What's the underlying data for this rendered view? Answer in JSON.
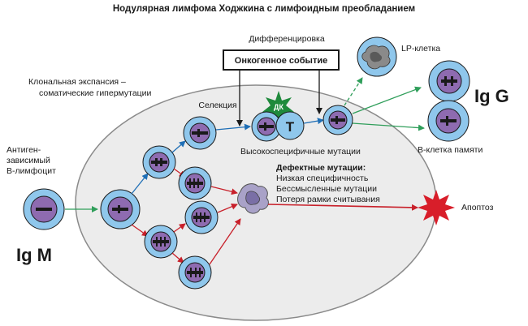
{
  "title": "Нодулярная лимфома Ходжкина с лимфоидным преобладанием",
  "labels": {
    "differentiation": "Дифференцировка",
    "oncogenic_event": "Онкогенное событие",
    "lp_cell": "LP-клетка",
    "clonal_expansion_line1": "Клональная экспансия –",
    "clonal_expansion_line2": "соматические гипермутации",
    "selection": "Селекция",
    "dc": "ДК",
    "t_cell": "T",
    "high_specific_mutations": "Высокоспецифичные мутации",
    "memory_b_cell": "В-клетка памяти",
    "antigen_line1": "Антиген-",
    "antigen_line2": "зависимый",
    "antigen_line3": "В-лимфоцит",
    "defective_title": "Дефектные мутации:",
    "defective_1": "Низкая специфичность",
    "defective_2": "Бессмысленные мутации",
    "defective_3": "Потеря рамки считывания",
    "apoptosis": "Апоптоз",
    "ig_g": "Ig G",
    "ig_m": "Ig M"
  },
  "colors": {
    "germinal_center_fill": "#ececec",
    "cell_outer": "#8fc7ec",
    "nucleus": "#8e6bb0",
    "dc_star": "#1f8a3c",
    "apoptosis_star": "#d81e2a",
    "arrow_green": "#2f9e5a",
    "arrow_blue": "#1f6fb6",
    "arrow_red": "#c8202a",
    "lp_cell_fill": "#8fc7ec",
    "lp_nucleus": "#8a8a8a"
  }
}
